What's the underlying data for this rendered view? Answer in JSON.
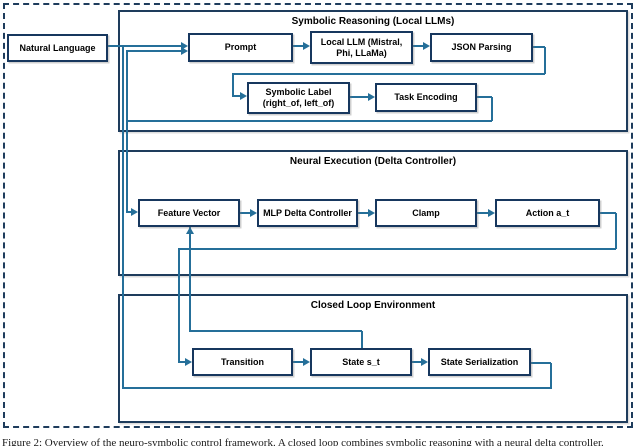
{
  "diagram": {
    "caption": "Figure 2: Overview of the neuro-symbolic control framework. A closed loop combines symbolic reasoning with a neural delta controller.",
    "colors": {
      "connector": "#256f99",
      "box_border": "#17375e",
      "section_border": "#1e3c5c",
      "background": "#ffffff"
    },
    "input_node": {
      "label": "Natural Language"
    },
    "sections": [
      {
        "title": "Symbolic Reasoning (Local LLMs)",
        "nodes": [
          {
            "label": "Prompt"
          },
          {
            "line1": "Local LLM (Mistral,",
            "line2": "Phi, LLaMa)"
          },
          {
            "label": "JSON Parsing"
          },
          {
            "line1": "Symbolic Label",
            "line2": "(right_of, left_of)"
          },
          {
            "label": "Task Encoding"
          }
        ]
      },
      {
        "title": "Neural Execution (Delta Controller)",
        "nodes": [
          {
            "label": "Feature Vector"
          },
          {
            "label": "MLP Delta Controller"
          },
          {
            "label": "Clamp"
          },
          {
            "label": "Action a_t"
          }
        ]
      },
      {
        "title": "Closed Loop Environment",
        "nodes": [
          {
            "label": "Transition"
          },
          {
            "label": "State s_t"
          },
          {
            "label": "State Serialization"
          }
        ]
      }
    ]
  }
}
